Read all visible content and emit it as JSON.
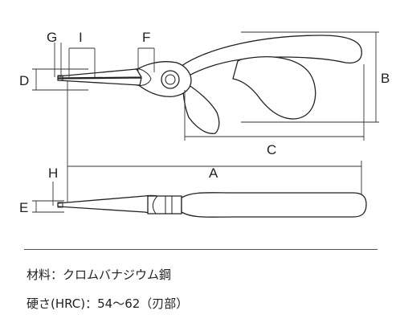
{
  "labels": {
    "g": "G",
    "i": "I",
    "f": "F",
    "d": "D",
    "b": "B",
    "c": "C",
    "h": "H",
    "a": "A",
    "e": "E"
  },
  "specs": {
    "material": "材料：クロムバナジウム鋼",
    "hardness": "硬さ(HRC)：54〜62（刃部）"
  }
}
